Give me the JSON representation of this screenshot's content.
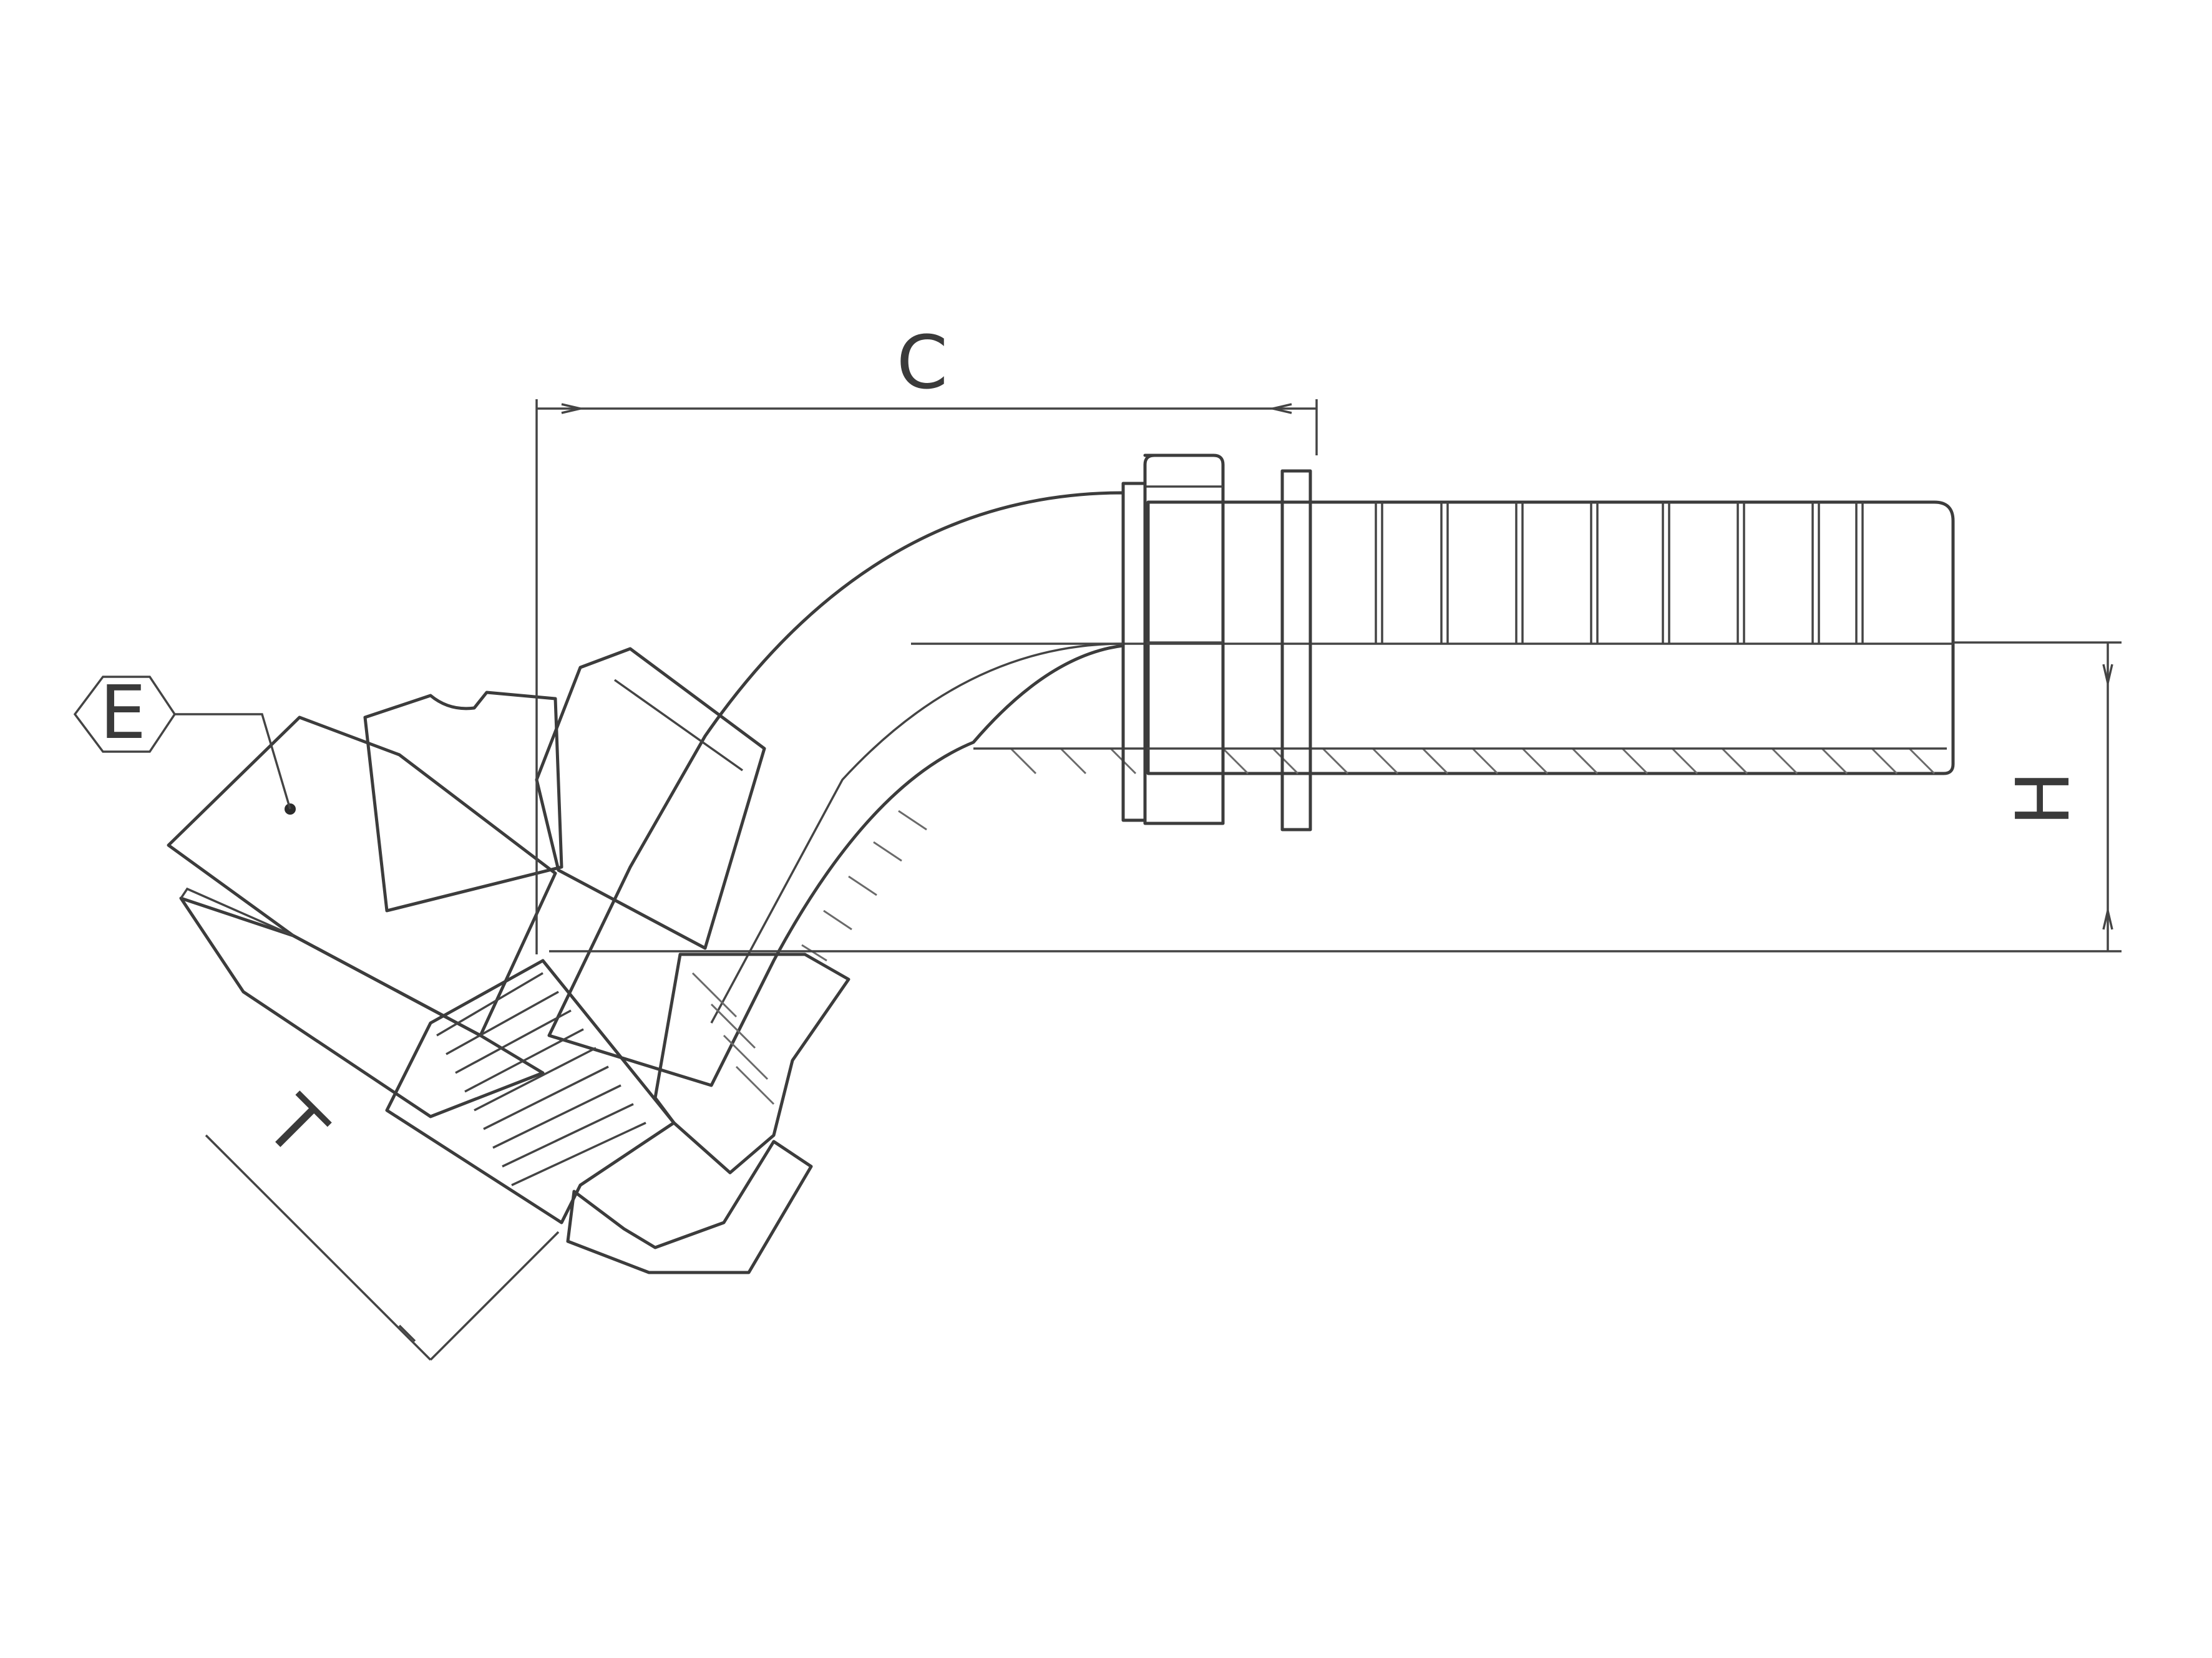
{
  "diagram": {
    "title": "",
    "colors": {
      "background": "#ffffff",
      "line": "#3c3c3c",
      "metal_light": "#f4f4f6",
      "metal_mid": "#d8d8de",
      "metal_dark": "#a9a9b3"
    },
    "dimensions": {
      "C": {
        "label": "C"
      },
      "H": {
        "label": "H"
      },
      "T": {
        "label": "T"
      },
      "E": {
        "label": "E"
      }
    }
  }
}
